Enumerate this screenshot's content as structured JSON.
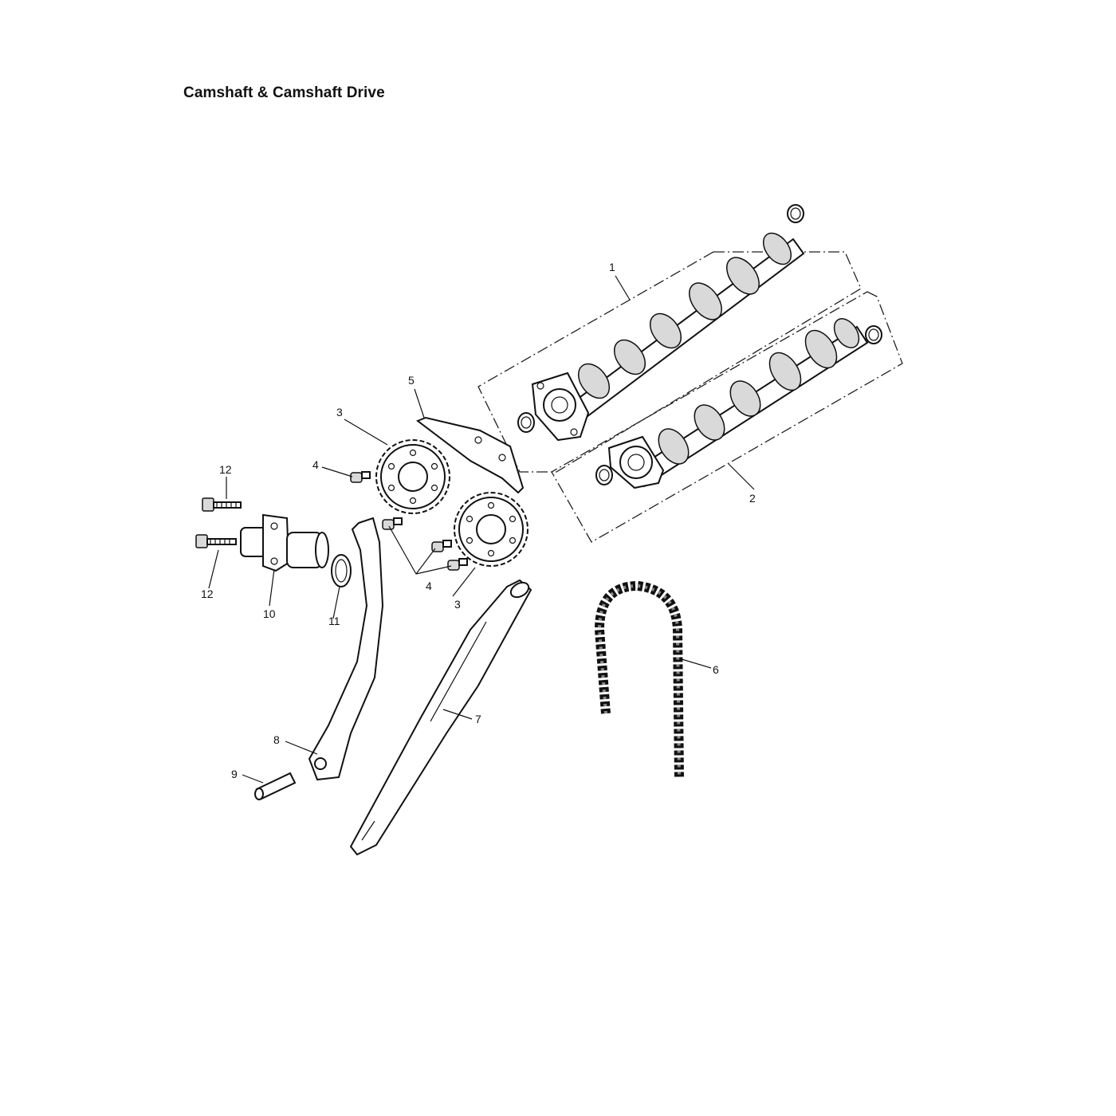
{
  "title": "Camshaft & Camshaft Drive",
  "callouts": {
    "c1": "1",
    "c2": "2",
    "c3a": "3",
    "c3b": "3",
    "c4a": "4",
    "c4b": "4",
    "c5": "5",
    "c6": "6",
    "c7": "7",
    "c8": "8",
    "c9": "9",
    "c10": "10",
    "c11": "11",
    "c12a": "12",
    "c12b": "12"
  },
  "colors": {
    "line": "#111111",
    "shade": "#d9d9d9",
    "background": "#ffffff"
  }
}
